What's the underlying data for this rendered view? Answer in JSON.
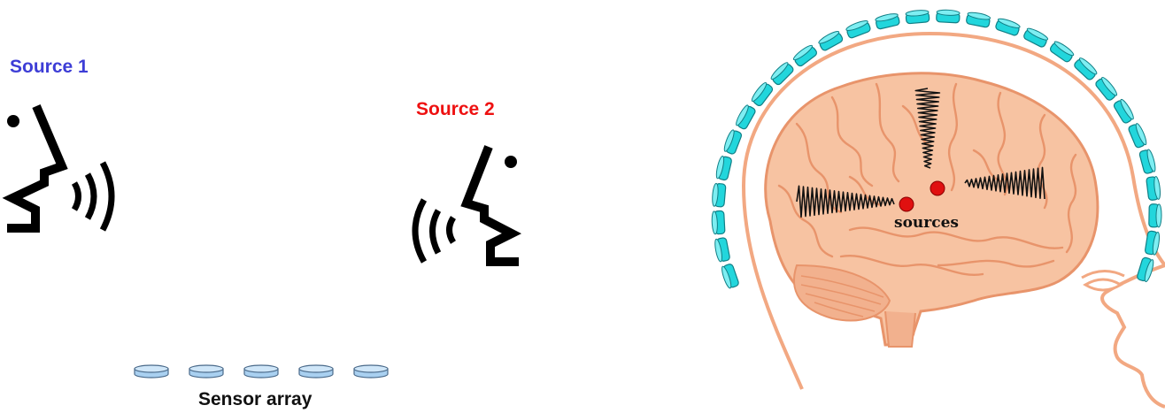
{
  "labels": {
    "source1": "Source 1",
    "source2": "Source 2",
    "sensor_array": "Sensor array",
    "sources": "sources"
  },
  "colors": {
    "source1": "#3d3dd6",
    "source2": "#ee1111",
    "sensor_fill": "#a9d0f0",
    "sensor_stroke": "#4a6a8a",
    "head_sensor_fill": "#22d6dc",
    "head_sensor_stroke": "#117f86",
    "brain_fill": "#f7c3a2",
    "brain_line": "#e8946b",
    "source_dot": "#e01010"
  },
  "icons": {
    "speaker1": "speaking-face-icon-facing-right",
    "speaker2": "speaking-face-icon-facing-left"
  },
  "sensor_array": {
    "count": 5
  },
  "head_sensors": {
    "count": 28
  },
  "brain_sources": {
    "count": 2
  }
}
